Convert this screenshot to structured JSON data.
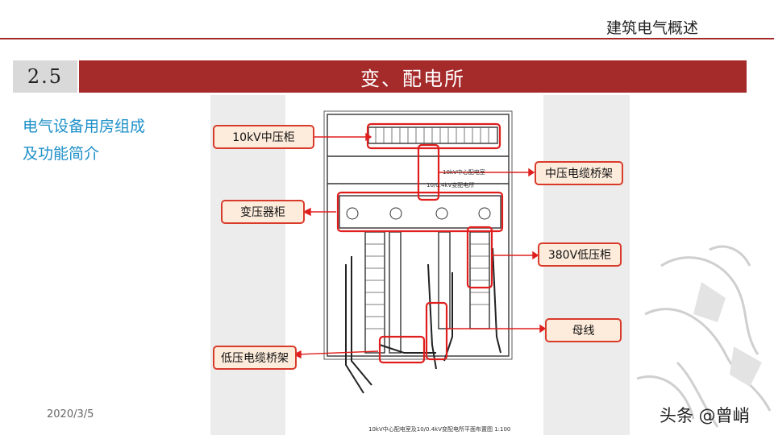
{
  "header": {
    "title": "建筑电气概述",
    "accent_color": "#a52a2a"
  },
  "section": {
    "number": "2.5",
    "title": "变、配电所"
  },
  "sidebar": {
    "line1": "电气设备用房组成",
    "line2": "及功能简介",
    "color": "#1e90c8"
  },
  "callouts": {
    "hv_cabinet": "10kV中压柜",
    "mv_cable_tray": "中压电缆桥架",
    "transformer_cabinet": "变压器柜",
    "lv_cabinet": "380V低压柜",
    "busbar": "母线",
    "lv_cable_tray": "低压电缆桥架",
    "border_color": "#d93b2b",
    "fill_color": "#fdecdc"
  },
  "drawing_labels": {
    "room_10kv": "10kV中心配电室",
    "room_04kv": "10/0.4kV变配电所",
    "drawing_title": "10kV中心配电室及10/0.4kV变配电所平面布置图 1:100"
  },
  "footer": {
    "date": "2020/3/5",
    "watermark": "头条 @曾峭"
  }
}
